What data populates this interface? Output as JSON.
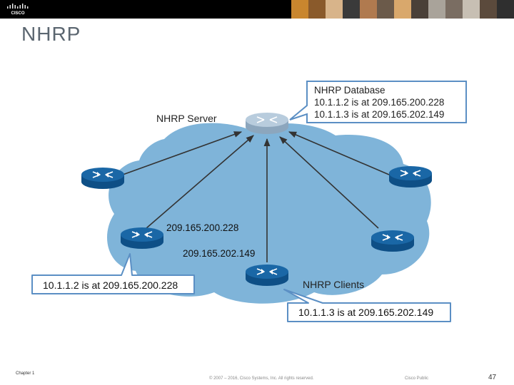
{
  "slide": {
    "title": "NHRP",
    "footer_chapter": "Chapter 1",
    "footer_copyright": "© 2007 – 2016, Cisco Systems, Inc. All rights reserved.",
    "footer_classification": "Cisco Public",
    "page_number": "47"
  },
  "brand": {
    "logo_text": "CISCO"
  },
  "diagram": {
    "server_label": "NHRP Server",
    "clients_label": "NHRP Clients",
    "database_title": "NHRP Database",
    "database_entries": [
      "10.1.1.2 is at 209.165.200.228",
      "10.1.1.3 is at 209.165.202.149"
    ],
    "left_client_address": "209.165.200.228",
    "bottom_client_address": "209.165.202.149",
    "left_client_callout": "10.1.1.2 is at 209.165.200.228",
    "bottom_client_callout": "10.1.1.3 is at 209.165.202.149",
    "colors": {
      "cloud": "#7fb4d9",
      "router": "#1a67a6",
      "callout_border": "#5b8fc4",
      "arrow": "#333333"
    }
  }
}
